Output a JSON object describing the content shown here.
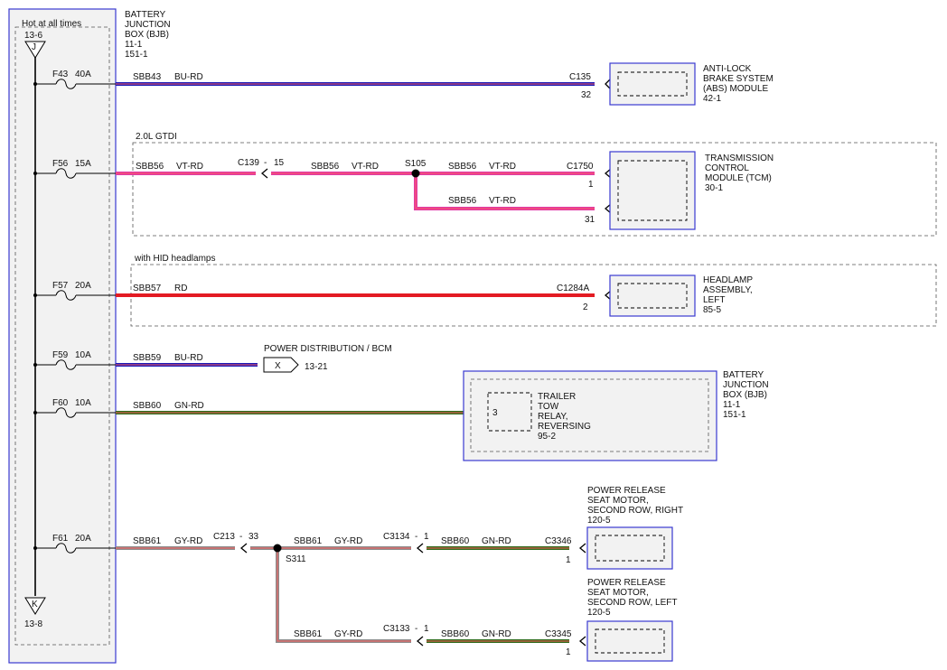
{
  "bjb": {
    "hot_label": "Hot at all times",
    "top_ref": "13-6",
    "top_conn": "J",
    "bottom_conn": "K",
    "bottom_ref": "13-8",
    "title": [
      "BATTERY",
      "JUNCTION",
      "BOX (BJB)",
      "11-1",
      "151-1"
    ]
  },
  "fuses": [
    {
      "id": "F43",
      "amps": "40A"
    },
    {
      "id": "F56",
      "amps": "15A"
    },
    {
      "id": "F57",
      "amps": "20A"
    },
    {
      "id": "F59",
      "amps": "10A"
    },
    {
      "id": "F60",
      "amps": "10A"
    },
    {
      "id": "F61",
      "amps": "20A"
    }
  ],
  "colors": {
    "BU-RD": "#1a1ab8",
    "VT-RD": "#e03aa6",
    "RD": "#e31b23",
    "GN-RD": "#2e6b1b",
    "GY-RD": "#8c8c8c",
    "stripe": "#ff5a5a",
    "box_border": "#3a3ad0",
    "box_fill": "#f2f2f2"
  },
  "circuits": {
    "sbb43": {
      "circuit": "SBB43",
      "color": "BU-RD",
      "connector": "C135",
      "pin": "32"
    },
    "sbb56a": {
      "circuit": "SBB56",
      "color": "VT-RD",
      "inline": "C139",
      "inline_pin": "15"
    },
    "sbb56b": {
      "circuit": "SBB56",
      "color": "VT-RD",
      "connector": "C1750",
      "pin": "1"
    },
    "sbb56c": {
      "circuit": "SBB56",
      "color": "VT-RD",
      "pin": "31"
    },
    "sbb57": {
      "circuit": "SBB57",
      "color": "RD",
      "connector": "C1284A",
      "pin": "2"
    },
    "sbb59": {
      "circuit": "SBB59",
      "color": "BU-RD"
    },
    "sbb60": {
      "circuit": "SBB60",
      "color": "GN-RD",
      "pin": "3"
    },
    "sbb61a": {
      "circuit": "SBB61",
      "color": "GY-RD",
      "inline": "C213",
      "inline_pin": "33"
    },
    "sbb61b": {
      "circuit": "SBB61",
      "color": "GY-RD",
      "inline": "C3134",
      "inline_pin": "1"
    },
    "sbb60r": {
      "circuit": "SBB60",
      "color": "GN-RD",
      "connector": "C3346",
      "pin": "1"
    },
    "sbb61c": {
      "circuit": "SBB61",
      "color": "GY-RD",
      "inline": "C3133",
      "inline_pin": "1"
    },
    "sbb60l": {
      "circuit": "SBB60",
      "color": "GN-RD",
      "connector": "C3345",
      "pin": "1"
    }
  },
  "splices": {
    "s105": "S105",
    "s311": "S311"
  },
  "options": {
    "gtdi": "2.0L GTDI",
    "hid": "with HID headlamps"
  },
  "components": {
    "abs": [
      "ANTI-LOCK",
      "BRAKE SYSTEM",
      "(ABS) MODULE",
      "42-1"
    ],
    "tcm": [
      "TRANSMISSION",
      "CONTROL",
      "MODULE (TCM)",
      "30-1"
    ],
    "headlamp": [
      "HEADLAMP",
      "ASSEMBLY,",
      "LEFT",
      "85-5"
    ],
    "pdist": {
      "symbol": "X",
      "label": "POWER DISTRIBUTION / BCM",
      "ref": "13-21"
    },
    "bjb2": [
      "BATTERY",
      "JUNCTION",
      "BOX (BJB)",
      "11-1",
      "151-1"
    ],
    "relay": [
      "TRAILER",
      "TOW",
      "RELAY,",
      "REVERSING",
      "95-2"
    ],
    "seat_right": [
      "POWER RELEASE",
      "SEAT MOTOR,",
      "SECOND ROW, RIGHT",
      "120-5"
    ],
    "seat_left": [
      "POWER RELEASE",
      "SEAT MOTOR,",
      "SECOND ROW, LEFT",
      "120-5"
    ]
  }
}
